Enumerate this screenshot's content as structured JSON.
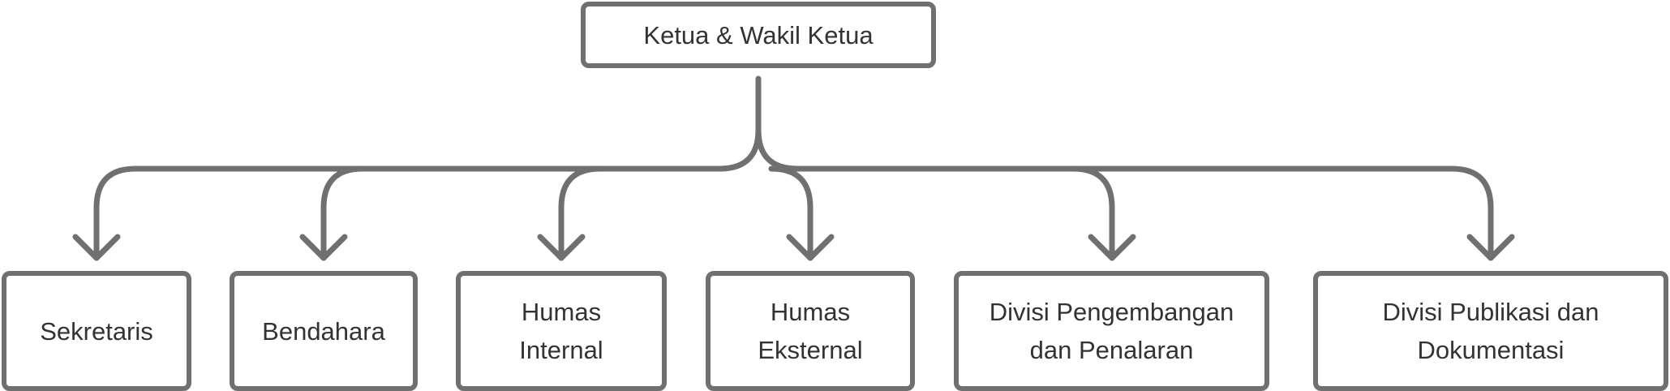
{
  "diagram": {
    "root": {
      "label": "Ketua & Wakil Ketua"
    },
    "children": [
      {
        "id": "sek",
        "lines": [
          "Sekretaris"
        ]
      },
      {
        "id": "ben",
        "lines": [
          "Bendahara"
        ]
      },
      {
        "id": "hin",
        "lines": [
          "Humas",
          "Internal"
        ]
      },
      {
        "id": "hek",
        "lines": [
          "Humas",
          "Eksternal"
        ]
      },
      {
        "id": "dpp",
        "lines": [
          "Divisi Pengembangan",
          "dan Penalaran"
        ]
      },
      {
        "id": "dpd",
        "lines": [
          "Divisi Publikasi dan",
          "Dokumentasi"
        ]
      }
    ],
    "colors": {
      "stroke": "#707070",
      "text": "#333333",
      "background": "#ffffff"
    }
  }
}
